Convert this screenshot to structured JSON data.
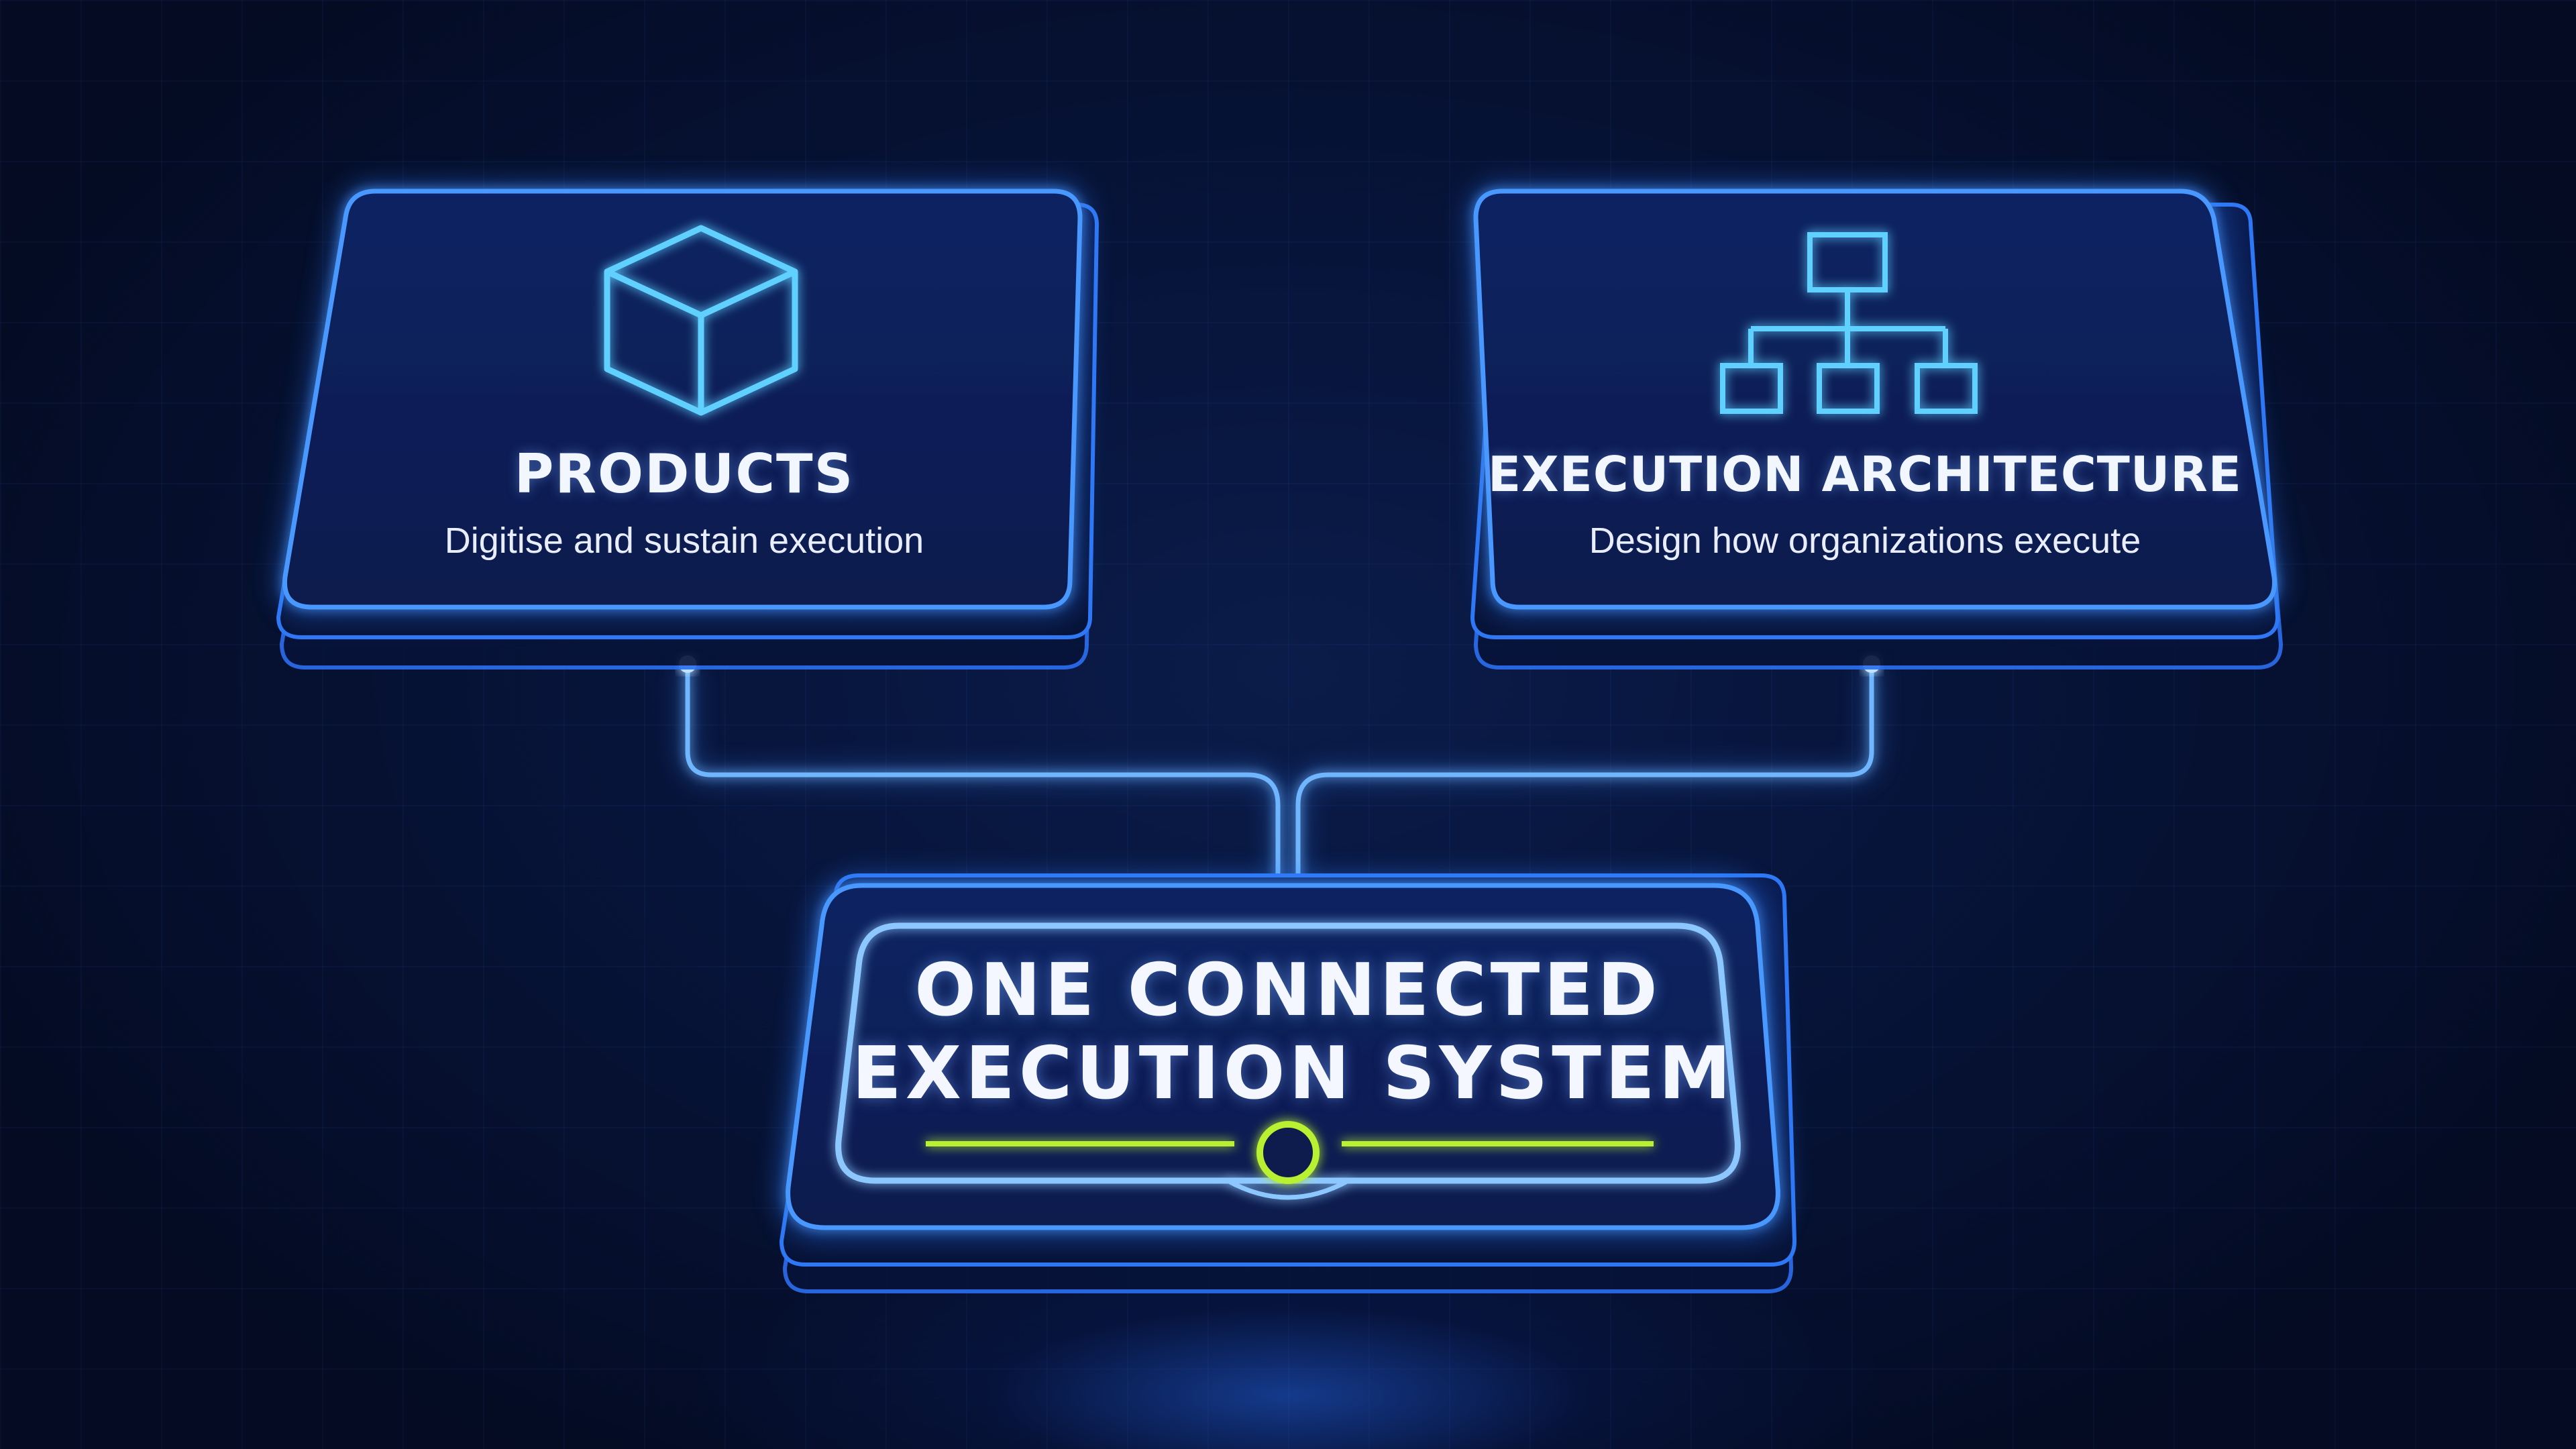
{
  "diagram": {
    "nodes": [
      {
        "id": "products",
        "title": "PRODUCTS",
        "subtitle": "Digitise and sustain execution",
        "icon": "cube-icon"
      },
      {
        "id": "execution-architecture",
        "title": "EXECUTION ARCHITECTURE",
        "subtitle": "Design how organizations execute",
        "icon": "org-chart-icon"
      }
    ],
    "hub": {
      "title_lines": [
        "ONE CONNECTED",
        "EXECUTION SYSTEM"
      ],
      "indicator": "ring-indicator-icon"
    },
    "edges": [
      {
        "from": "products",
        "to": "hub"
      },
      {
        "from": "execution-architecture",
        "to": "hub"
      }
    ],
    "colors": {
      "background": "#050d24",
      "card_fill": "#0a1d55",
      "card_border": "#3d8bff",
      "connector": "#4da3ff",
      "icon": "#5fd0ff",
      "accent": "#b8f030"
    }
  }
}
